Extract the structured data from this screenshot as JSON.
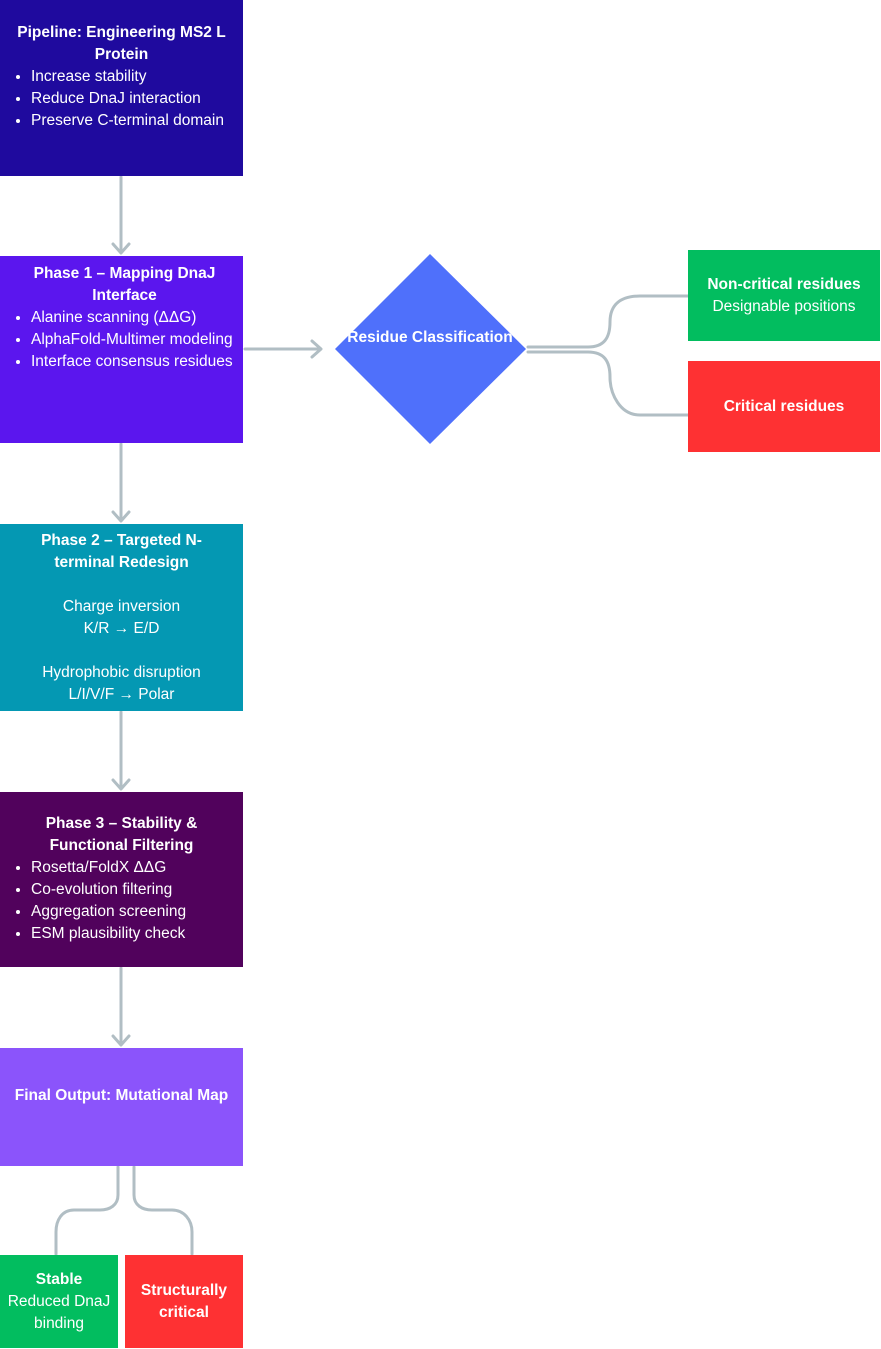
{
  "colors": {
    "pipeline": "#1f0a9e",
    "phase1": "#5b16ee",
    "phase2": "#0498b3",
    "phase3": "#51025c",
    "final": "#8b54fb",
    "diamond": "#4f70fb",
    "green": "#02bd5f",
    "red": "#fe3133",
    "connector": "#b1bec4"
  },
  "pipeline": {
    "title": "Pipeline: Engineering MS2 L Protein",
    "items": [
      "Increase stability",
      "Reduce DnaJ interaction",
      "Preserve C-terminal domain"
    ]
  },
  "phase1": {
    "title": "Phase 1 – Mapping DnaJ Interface",
    "items": [
      "Alanine scanning (ΔΔG)",
      "AlphaFold-Multimer modeling",
      "Interface consensus residues"
    ]
  },
  "phase2": {
    "title": "Phase 2 – Targeted N-terminal Redesign",
    "lines": [
      "Charge inversion",
      "K/R → E/D",
      "Hydrophobic disruption",
      "L/I/V/F → Polar"
    ]
  },
  "phase3": {
    "title": "Phase 3 – Stability & Functional Filtering",
    "items": [
      "Rosetta/FoldX ΔΔG",
      "Co-evolution filtering",
      "Aggregation screening",
      "ESM plausibility check"
    ]
  },
  "final": {
    "title": "Final Output: Mutational Map"
  },
  "classification": {
    "label": "Residue Classification"
  },
  "noncritical": {
    "title": "Non-critical residues",
    "sub": "Designable positions"
  },
  "critical": {
    "title": "Critical residues"
  },
  "stable": {
    "title": "Stable",
    "sub": "Reduced DnaJ binding"
  },
  "structural": {
    "title": "Structurally critical"
  }
}
